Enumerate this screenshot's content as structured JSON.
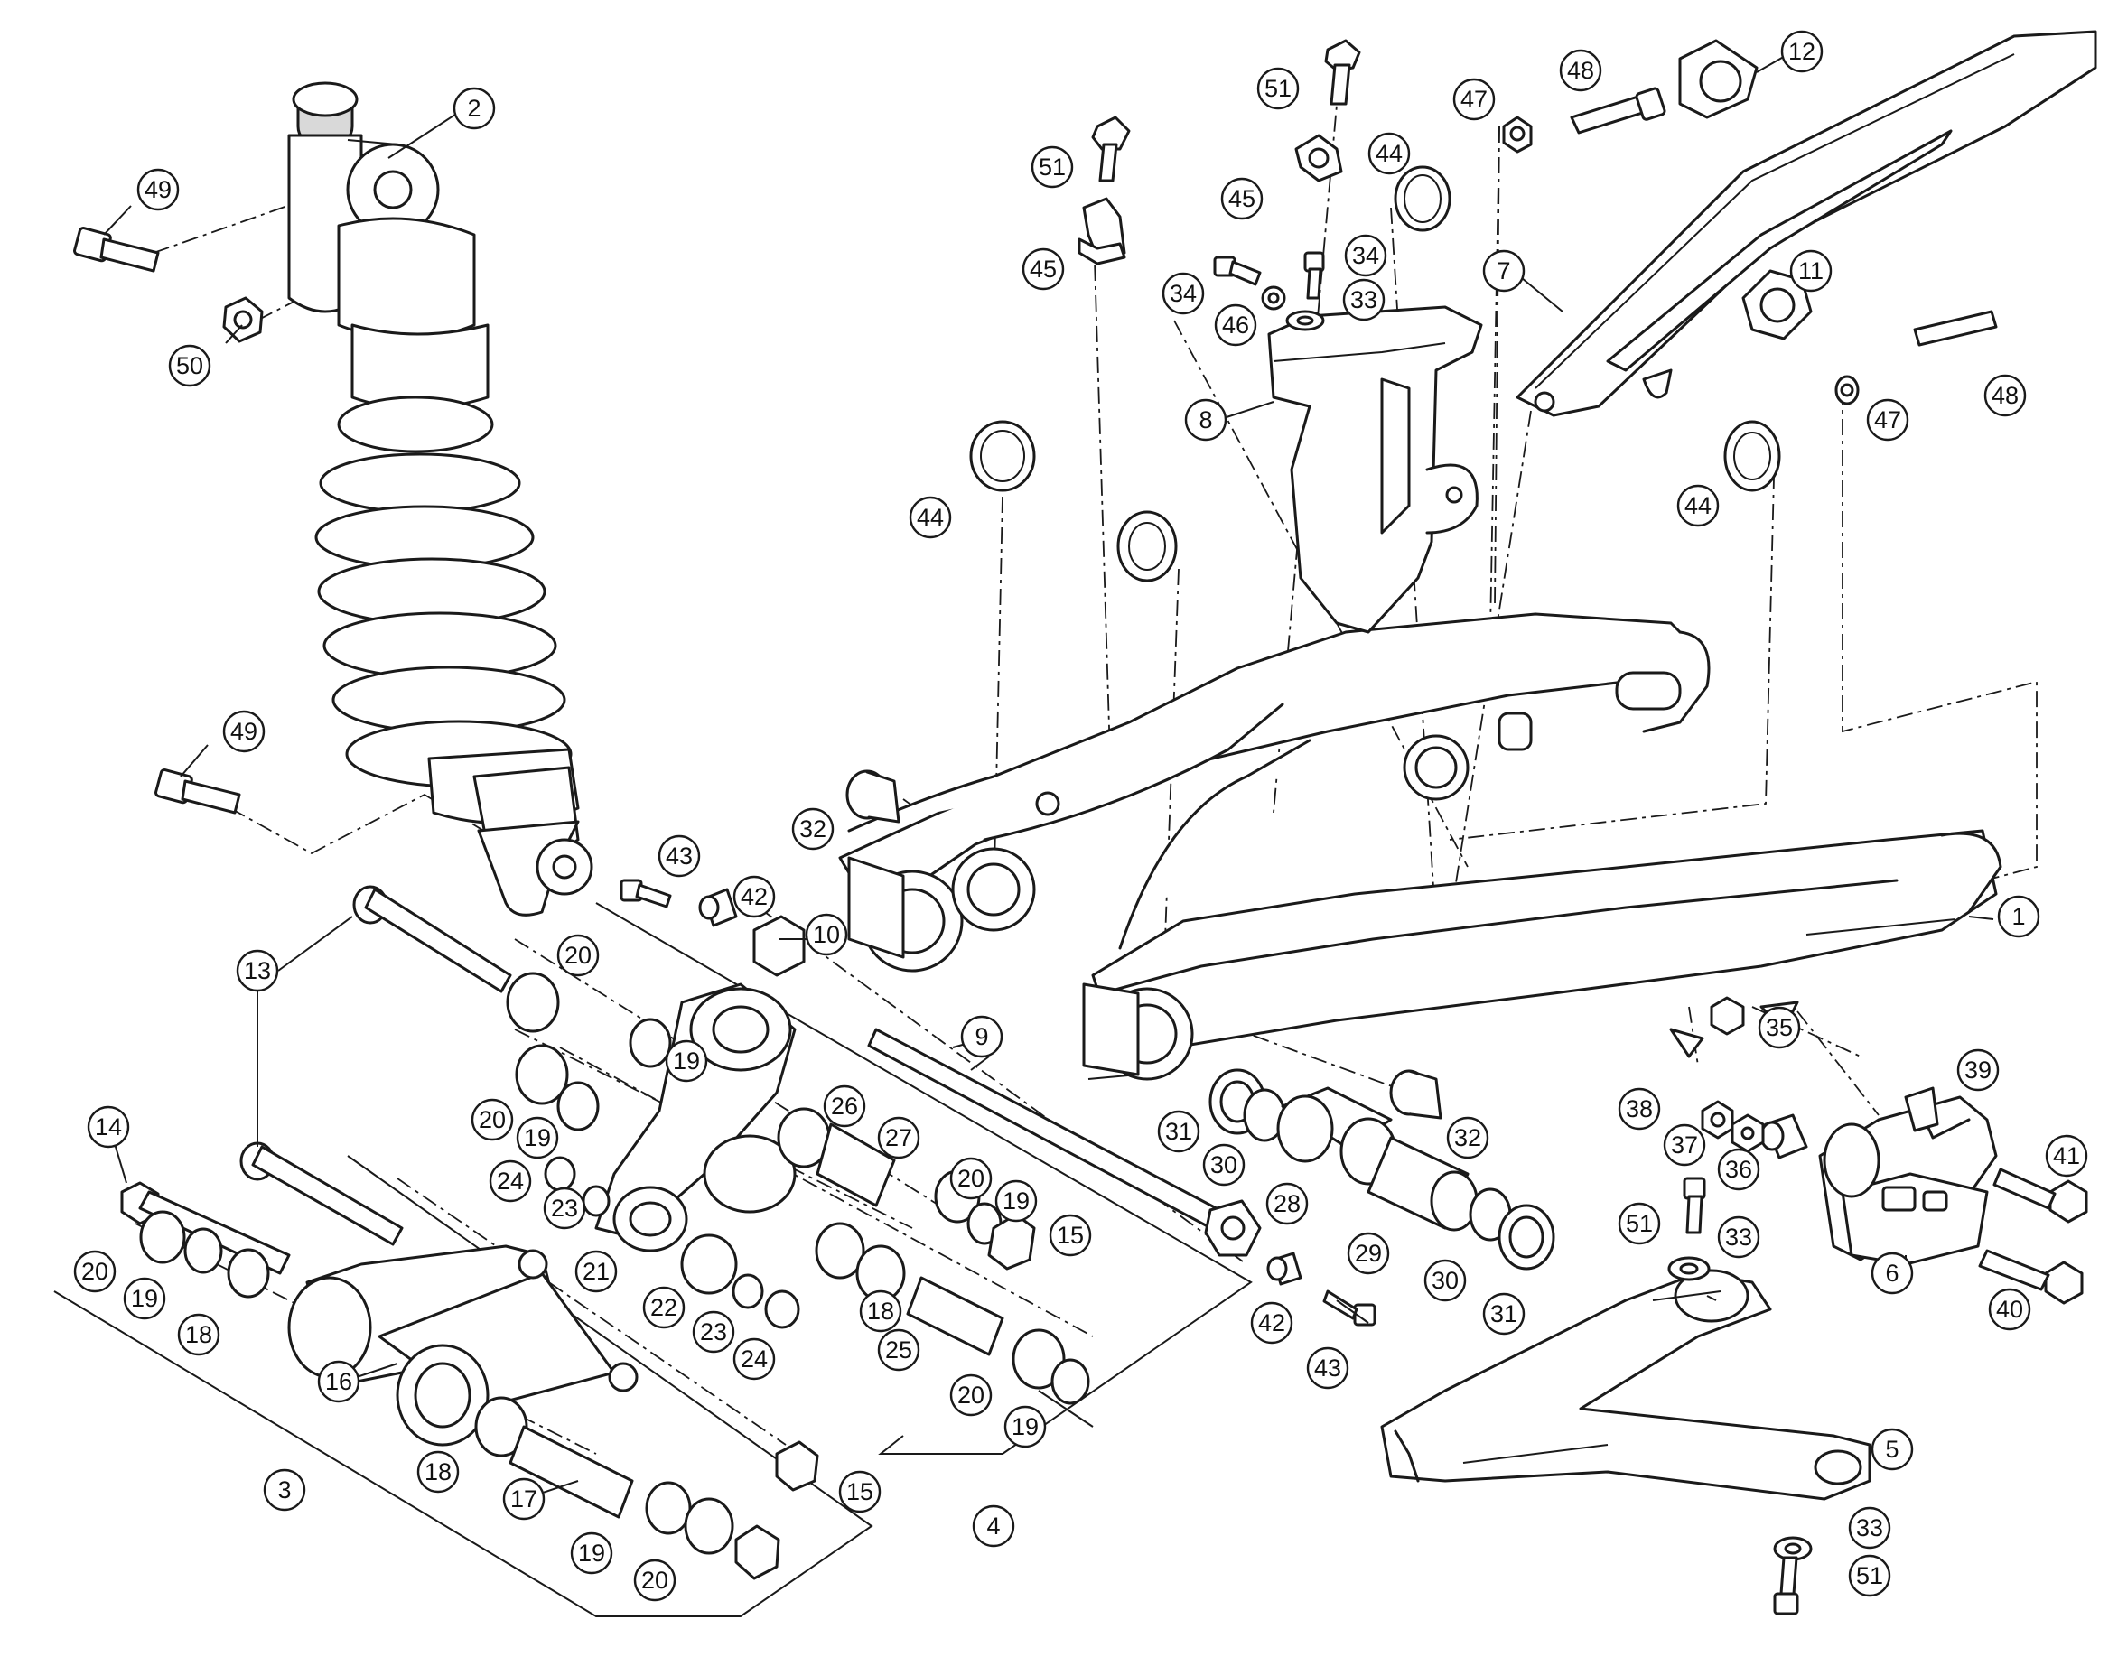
{
  "callouts": [
    {
      "id": "c1",
      "num": "1"
    },
    {
      "id": "c2",
      "num": "2"
    },
    {
      "id": "c3",
      "num": "3"
    },
    {
      "id": "c4",
      "num": "4"
    },
    {
      "id": "c5",
      "num": "5"
    },
    {
      "id": "c6",
      "num": "6"
    },
    {
      "id": "c7",
      "num": "7"
    },
    {
      "id": "c8",
      "num": "8"
    },
    {
      "id": "c9",
      "num": "9"
    },
    {
      "id": "c10",
      "num": "10"
    },
    {
      "id": "c11",
      "num": "11"
    },
    {
      "id": "c12",
      "num": "12"
    },
    {
      "id": "c13",
      "num": "13"
    },
    {
      "id": "c14",
      "num": "14"
    },
    {
      "id": "c15a",
      "num": "15"
    },
    {
      "id": "c15b",
      "num": "15"
    },
    {
      "id": "c16",
      "num": "16"
    },
    {
      "id": "c17",
      "num": "17"
    },
    {
      "id": "c18a",
      "num": "18"
    },
    {
      "id": "c18b",
      "num": "18"
    },
    {
      "id": "c18c",
      "num": "18"
    },
    {
      "id": "c19a",
      "num": "19"
    },
    {
      "id": "c19b",
      "num": "19"
    },
    {
      "id": "c19c",
      "num": "19"
    },
    {
      "id": "c19d",
      "num": "19"
    },
    {
      "id": "c19e",
      "num": "19"
    },
    {
      "id": "c19f",
      "num": "19"
    },
    {
      "id": "c20a",
      "num": "20"
    },
    {
      "id": "c20b",
      "num": "20"
    },
    {
      "id": "c20c",
      "num": "20"
    },
    {
      "id": "c20d",
      "num": "20"
    },
    {
      "id": "c20e",
      "num": "20"
    },
    {
      "id": "c20f",
      "num": "20"
    },
    {
      "id": "c21",
      "num": "21"
    },
    {
      "id": "c22",
      "num": "22"
    },
    {
      "id": "c23a",
      "num": "23"
    },
    {
      "id": "c23b",
      "num": "23"
    },
    {
      "id": "c24a",
      "num": "24"
    },
    {
      "id": "c24b",
      "num": "24"
    },
    {
      "id": "c25",
      "num": "25"
    },
    {
      "id": "c26",
      "num": "26"
    },
    {
      "id": "c27",
      "num": "27"
    },
    {
      "id": "c28",
      "num": "28"
    },
    {
      "id": "c29",
      "num": "29"
    },
    {
      "id": "c30a",
      "num": "30"
    },
    {
      "id": "c30b",
      "num": "30"
    },
    {
      "id": "c31a",
      "num": "31"
    },
    {
      "id": "c31b",
      "num": "31"
    },
    {
      "id": "c32a",
      "num": "32"
    },
    {
      "id": "c32b",
      "num": "32"
    },
    {
      "id": "c33a",
      "num": "33"
    },
    {
      "id": "c33b",
      "num": "33"
    },
    {
      "id": "c33c",
      "num": "33"
    },
    {
      "id": "c34a",
      "num": "34"
    },
    {
      "id": "c34b",
      "num": "34"
    },
    {
      "id": "c35",
      "num": "35"
    },
    {
      "id": "c36",
      "num": "36"
    },
    {
      "id": "c37",
      "num": "37"
    },
    {
      "id": "c38",
      "num": "38"
    },
    {
      "id": "c39",
      "num": "39"
    },
    {
      "id": "c40",
      "num": "40"
    },
    {
      "id": "c41",
      "num": "41"
    },
    {
      "id": "c42a",
      "num": "42"
    },
    {
      "id": "c42b",
      "num": "42"
    },
    {
      "id": "c43a",
      "num": "43"
    },
    {
      "id": "c43b",
      "num": "43"
    },
    {
      "id": "c44a",
      "num": "44"
    },
    {
      "id": "c44b",
      "num": "44"
    },
    {
      "id": "c44c",
      "num": "44"
    },
    {
      "id": "c45a",
      "num": "45"
    },
    {
      "id": "c45b",
      "num": "45"
    },
    {
      "id": "c46",
      "num": "46"
    },
    {
      "id": "c47a",
      "num": "47"
    },
    {
      "id": "c47b",
      "num": "47"
    },
    {
      "id": "c48a",
      "num": "48"
    },
    {
      "id": "c48b",
      "num": "48"
    },
    {
      "id": "c49a",
      "num": "49"
    },
    {
      "id": "c49b",
      "num": "49"
    },
    {
      "id": "c50",
      "num": "50"
    },
    {
      "id": "c51a",
      "num": "51"
    },
    {
      "id": "c51b",
      "num": "51"
    },
    {
      "id": "c51c",
      "num": "51"
    },
    {
      "id": "c51d",
      "num": "51"
    }
  ]
}
